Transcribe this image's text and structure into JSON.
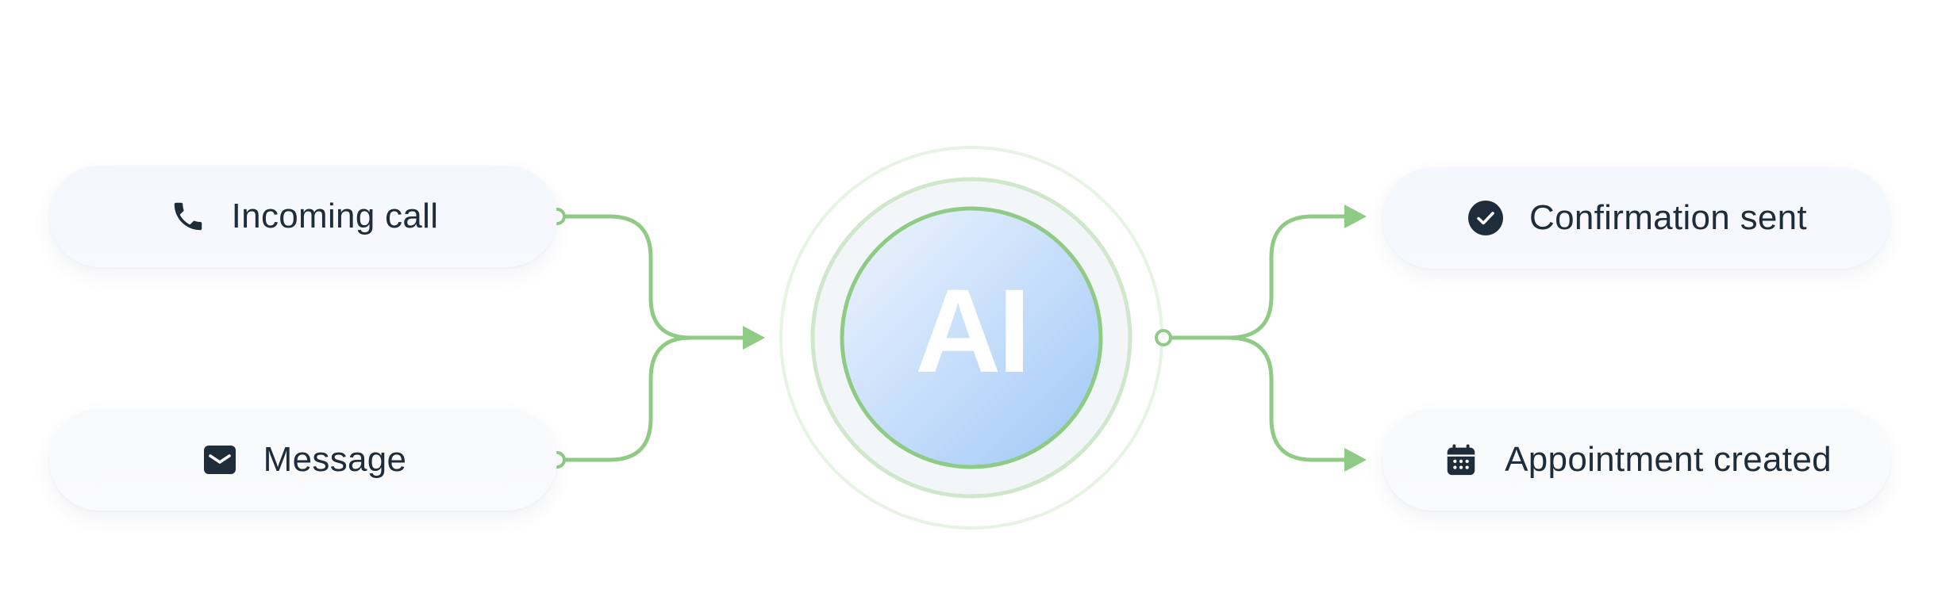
{
  "diagram": {
    "hub": {
      "label": "AI"
    },
    "inputs": [
      {
        "label": "Incoming call",
        "icon": "phone-icon"
      },
      {
        "label": "Message",
        "icon": "envelope-icon"
      }
    ],
    "outputs": [
      {
        "label": "Confirmation sent",
        "icon": "check-circle-icon"
      },
      {
        "label": "Appointment created",
        "icon": "calendar-icon"
      }
    ]
  },
  "colors": {
    "connector": "#8fcb84",
    "hub_ring": "#8fcb84",
    "hub_fill_start": "#eaf2fd",
    "hub_fill_end": "#a6cdf9",
    "icon": "#1f2d3a",
    "text": "#1f2d3a",
    "pill_bg": "#f4f7fd"
  }
}
